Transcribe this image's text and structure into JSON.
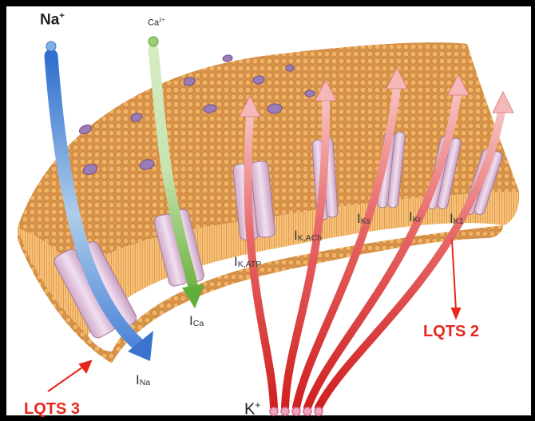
{
  "ions": {
    "na": {
      "symbol": "Na",
      "charge": "+"
    },
    "ca": {
      "symbol": "Ca",
      "charge": "2+"
    },
    "k": {
      "symbol": "K",
      "charge": "+"
    }
  },
  "currents": {
    "na": {
      "main": "I",
      "sub": "Na"
    },
    "ca": {
      "main": "I",
      "sub": "Ca"
    },
    "katp": {
      "main": "I",
      "sub": "K,ATP"
    },
    "kach": {
      "main": "I",
      "sub": "K,ACh"
    },
    "ks": {
      "main": "I",
      "sub": "Ks"
    },
    "kr": {
      "main": "I",
      "sub": "Kr"
    },
    "k1": {
      "main": "I",
      "sub": "K1"
    }
  },
  "annotations": {
    "lqts3": "LQTS 3",
    "lqts2": "LQTS 2"
  },
  "colors": {
    "background": "#000000",
    "membrane_head": "#e3a35c",
    "membrane_tail": "#f2b86a",
    "channel": "#e6c9de",
    "na_arrow": "#4a86d0",
    "ca_arrow": "#86c25a",
    "k_arrow": "#e05a5a",
    "lqts": "#e8261c"
  }
}
